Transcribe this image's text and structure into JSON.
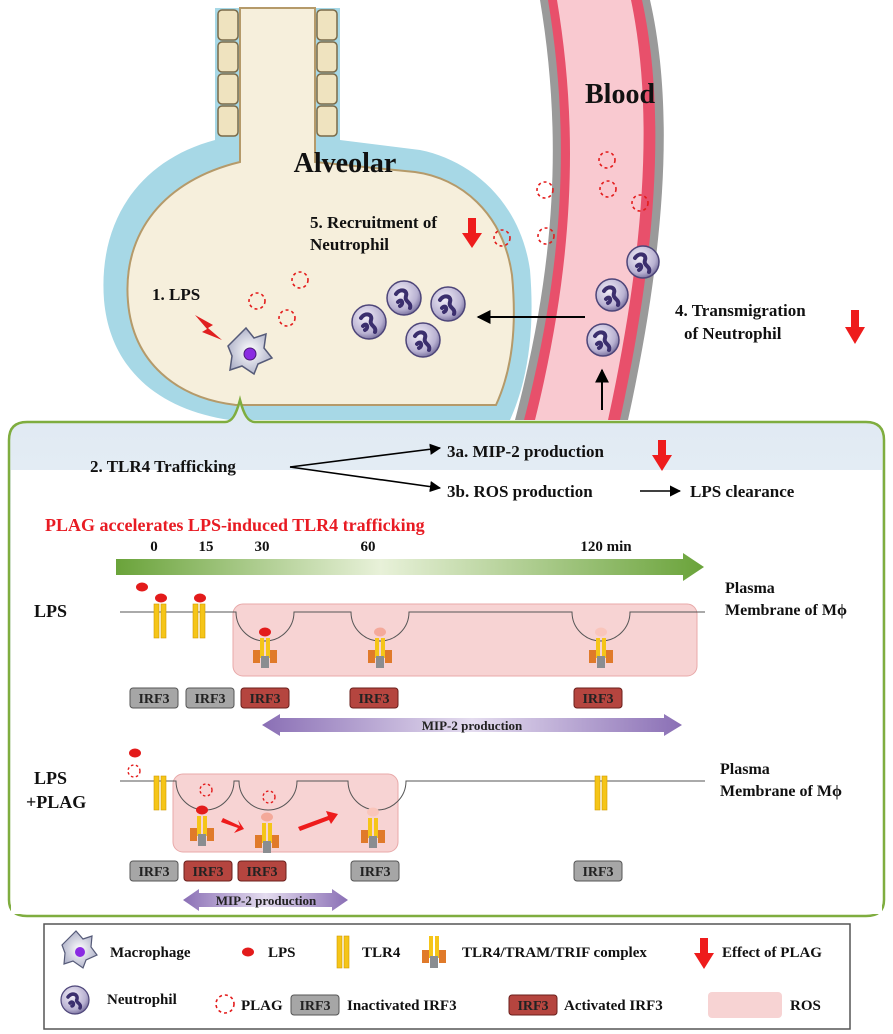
{
  "colors": {
    "alveolus_fill": "#f6efdc",
    "alveolus_wall": "#a7d8e6",
    "vessel_fill": "#f9c9d0",
    "vessel_wall": "#e8506b",
    "vessel_outer": "#8c8c8c",
    "panel_border": "#7fad3f",
    "arrow_red": "#ee1c1c",
    "title_red": "#e81b23",
    "lps_red": "#e31b1b",
    "ros_fill": "#f7d3d3",
    "tlr4_yellow": "#f5c518",
    "tram_orange": "#e07a2a",
    "trif_gray": "#8a8d91",
    "irf3_inactive": "#a6a6a6",
    "irf3_active": "#b5453f",
    "mip2_purple": "#8f77b8",
    "timeline_green": "#79ae45"
  },
  "icons": [
    "macrophage-icon",
    "neutrophil-icon",
    "lps-dot-icon",
    "plag-icon",
    "tlr4-icon",
    "complex-icon",
    "red-down-arrow-icon",
    "lightning-icon"
  ],
  "top": {
    "alveolar_label": "Alveolar",
    "blood_label": "Blood",
    "lps_label": "1. LPS",
    "recruitment_label_1": "5. Recruitment of",
    "recruitment_label_2": "Neutrophil",
    "transmigration_label_1": "4. Transmigration",
    "transmigration_label_2": "of Neutrophil"
  },
  "panel": {
    "trafficking_label": "2. TLR4 Trafficking",
    "mip2_label": "3a. MIP-2 production",
    "ros_label": "3b. ROS production",
    "clearance_label": "LPS clearance",
    "headline": "PLAG accelerates LPS-induced TLR4 trafficking",
    "timepoints": [
      "0",
      "15",
      "30",
      "60",
      "120 min"
    ],
    "membrane_label_1": "Plasma",
    "membrane_label_2": "Membrane of Mϕ",
    "lps_row": {
      "label": "LPS",
      "irf3": [
        "IRF3",
        "IRF3",
        "IRF3",
        "IRF3",
        "IRF3"
      ],
      "irf3_state": [
        "inactive",
        "inactive",
        "active",
        "active",
        "active"
      ],
      "mip2_label": "MIP-2 production"
    },
    "plag_row": {
      "label_1": "LPS",
      "label_2": "+PLAG",
      "irf3": [
        "IRF3",
        "IRF3",
        "IRF3",
        "IRF3",
        "IRF3"
      ],
      "irf3_state": [
        "inactive",
        "active",
        "active",
        "inactive",
        "inactive"
      ],
      "mip2_label": "MIP-2 production"
    }
  },
  "legend": {
    "macrophage": "Macrophage",
    "lps": "LPS",
    "tlr4": "TLR4",
    "complex": "TLR4/TRAM/TRIF complex",
    "effect": "Effect of PLAG",
    "neutrophil": "Neutrophil",
    "plag": "PLAG",
    "irf3_box": "IRF3",
    "inactivated": "Inactivated IRF3",
    "activated": "Activated IRF3",
    "ros": "ROS"
  }
}
